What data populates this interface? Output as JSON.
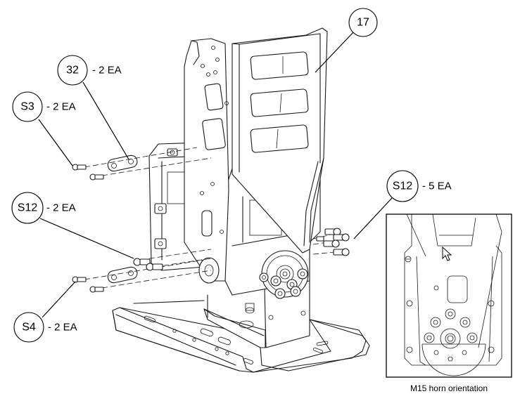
{
  "diagram": {
    "type": "exploded assembly drawing",
    "callouts": [
      {
        "id": "17",
        "qty": ""
      },
      {
        "id": "32",
        "qty": "- 2 EA"
      },
      {
        "id": "S3",
        "qty": "- 2 EA"
      },
      {
        "id": "S12",
        "qty": "- 2 EA"
      },
      {
        "id": "S4",
        "qty": "- 2 EA"
      },
      {
        "id": "S12",
        "qty": "- 5 EA"
      }
    ],
    "inset": {
      "caption": "M15 horn orientation"
    }
  }
}
